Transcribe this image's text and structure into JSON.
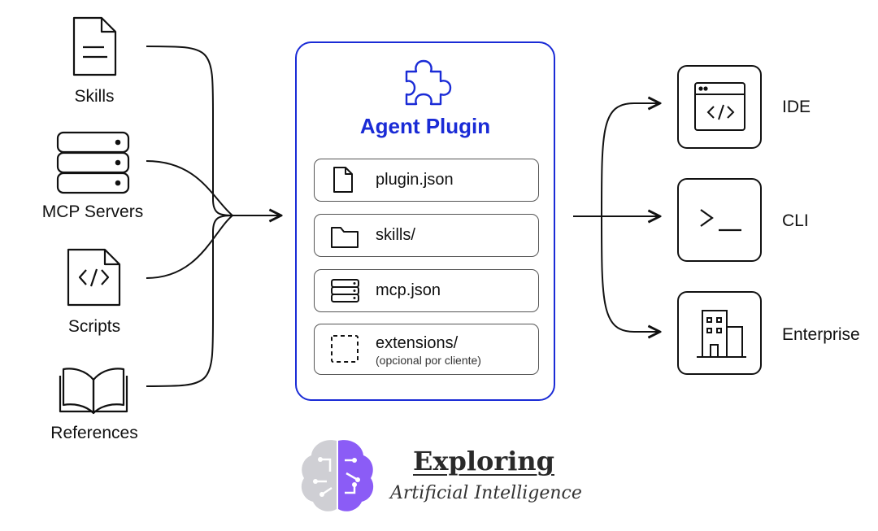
{
  "inputs": [
    {
      "label": "Skills",
      "icon": "document-icon"
    },
    {
      "label": "MCP Servers",
      "icon": "server-stack-icon"
    },
    {
      "label": "Scripts",
      "icon": "code-file-icon"
    },
    {
      "label": "References",
      "icon": "open-book-icon"
    }
  ],
  "plugin": {
    "title": "Agent Plugin",
    "icon": "puzzle-piece-icon",
    "accent_color": "#1a2bd6",
    "items": [
      {
        "label": "plugin.json",
        "icon": "file-icon"
      },
      {
        "label": "skills/",
        "icon": "folder-icon"
      },
      {
        "label": "mcp.json",
        "icon": "server-stack-icon"
      },
      {
        "label": "extensions/",
        "sub": "(opcional por cliente)",
        "icon": "dashed-square-icon"
      }
    ]
  },
  "targets": [
    {
      "label": "IDE",
      "icon": "code-window-icon"
    },
    {
      "label": "CLI",
      "icon": "terminal-prompt-icon"
    },
    {
      "label": "Enterprise",
      "icon": "building-icon"
    }
  ],
  "branding": {
    "title": "Exploring",
    "subtitle": "Artificial Intelligence",
    "logo_icon": "brain-circuit-icon",
    "logo_color": "#8b5cf6"
  }
}
